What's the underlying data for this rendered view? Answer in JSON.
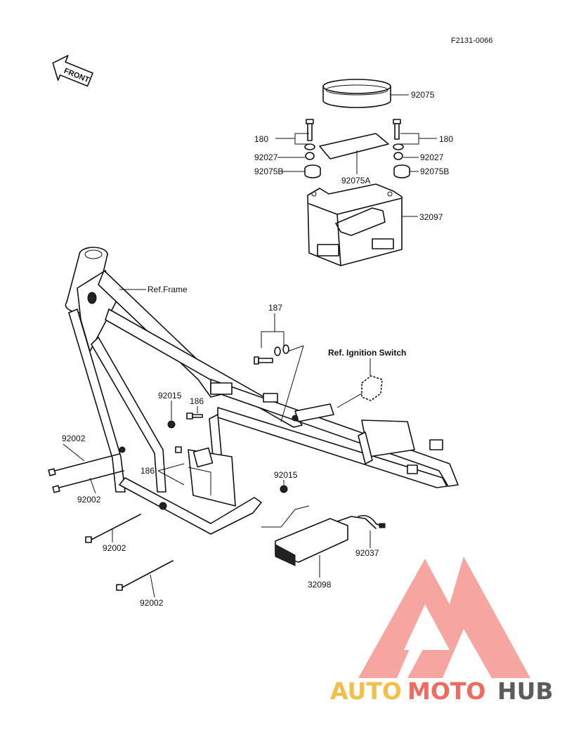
{
  "diagram": {
    "figure_code": "F2131-0066",
    "front_arrow_label": "FRONT",
    "callouts": {
      "p92075": "92075",
      "p180_left": "180",
      "p180_right": "180",
      "p92027_left": "92027",
      "p92027_right": "92027",
      "p92075B_left": "92075B",
      "p92075B_right": "92075B",
      "p92075A": "92075A",
      "p32097": "32097",
      "ref_frame": "Ref.Frame",
      "p187": "187",
      "ref_ignition": "Ref. Ignition Switch",
      "p92015_top": "92015",
      "p186_top": "186",
      "p92002_a": "92002",
      "p92002_b": "92002",
      "p186_bottom": "186",
      "p92015_bottom": "92015",
      "p92002_c": "92002",
      "p92037": "92037",
      "p92002_d": "92002",
      "p32098": "32098"
    }
  },
  "watermark": {
    "text_auto": "AUTO",
    "text_moto": "MOTO",
    "text_hub": "HUB",
    "colors": {
      "auto": "#f2bf4a",
      "moto": "#f06a60",
      "hub": "#5c5c5c"
    }
  }
}
